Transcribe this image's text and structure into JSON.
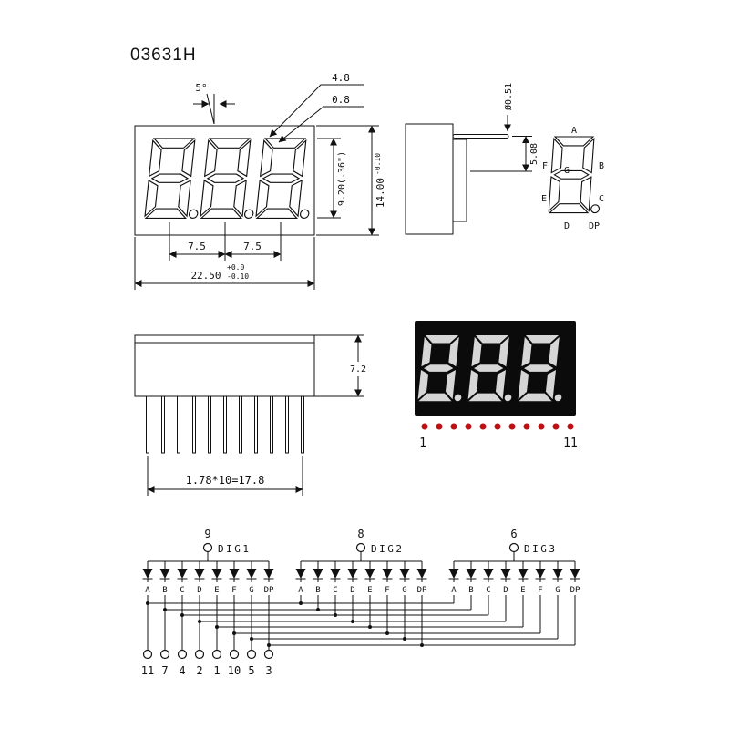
{
  "title": "03631H",
  "front_view": {
    "tilt_angle": "5°",
    "dim_top_1": "4.8",
    "dim_top_2": "0.8",
    "digit_height": "9.20(.36\")",
    "overall_height": "14.00",
    "overall_height_tol": "-0.10",
    "digit_pitch_left": "7.5",
    "digit_pitch_right": "7.5",
    "overall_width": "22.50",
    "overall_width_tol_plus": "+0.0",
    "overall_width_tol_minus": "-0.10"
  },
  "side_view": {
    "lead_diameter": "Ø0.51",
    "lead_dim": "5.08"
  },
  "segment_diagram": {
    "a": "A",
    "b": "B",
    "c": "C",
    "d": "D",
    "e": "E",
    "f": "F",
    "g": "G",
    "dp": "DP"
  },
  "bottom_view": {
    "thickness": "7.2",
    "lead_pitch": "1.78*10=17.8"
  },
  "photo": {
    "first_pin": "1",
    "last_pin": "11",
    "led_color": "#bf1111"
  },
  "schematic": {
    "digits": [
      {
        "pin_number": "9",
        "label": "DIG1"
      },
      {
        "pin_number": "8",
        "label": "DIG2"
      },
      {
        "pin_number": "6",
        "label": "DIG3"
      }
    ],
    "segment_labels": [
      "A",
      "B",
      "C",
      "D",
      "E",
      "F",
      "G",
      "DP"
    ],
    "bottom_pins": [
      "11",
      "7",
      "4",
      "2",
      "1",
      "10",
      "5",
      "3"
    ]
  }
}
